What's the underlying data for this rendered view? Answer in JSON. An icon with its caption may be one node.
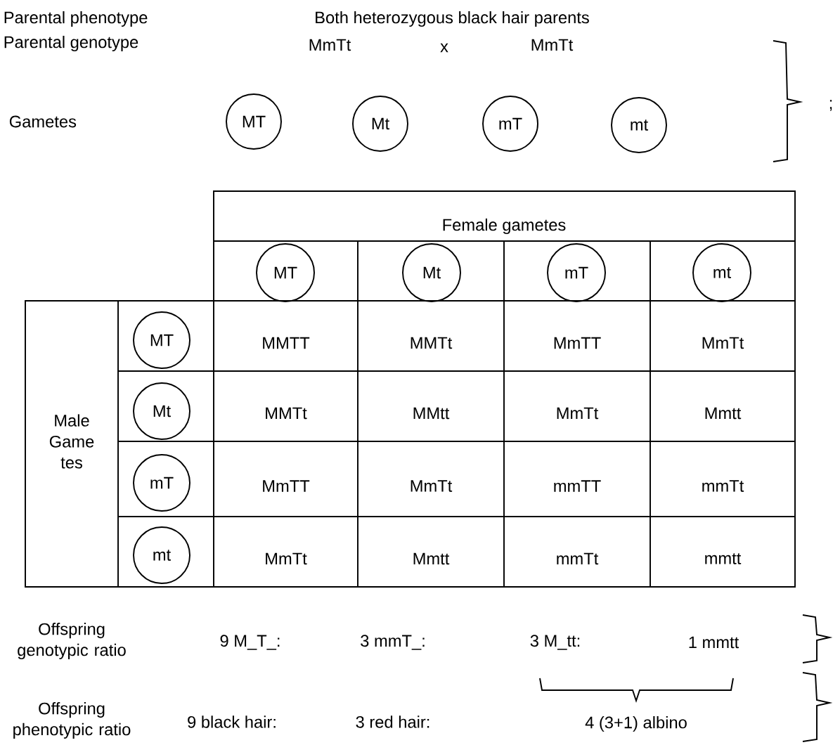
{
  "diagram": {
    "nodes": [
      {
        "text": [
          "MT"
        ]
      },
      {
        "text": [
          "Mt"
        ]
      },
      {
        "text": [
          "mT"
        ]
      },
      {
        "text": [
          "mt"
        ]
      },
      {
        "text": [
          "MT"
        ]
      },
      {
        "text": [
          "Mt"
        ]
      },
      {
        "text": [
          "mT"
        ]
      },
      {
        "text": [
          "mt"
        ]
      },
      {
        "text": [
          "MT"
        ]
      },
      {
        "text": [
          "Mt"
        ]
      },
      {
        "text": [
          "mT"
        ]
      },
      {
        "text": [
          "mt"
        ]
      }
    ],
    "labels": [
      "Parental phenotype",
      "Both heterozygous black hair parents",
      "Parental genotype",
      "MmTt",
      "x",
      "MmTt",
      "Gametes",
      ";",
      "Female gametes",
      "Male Game tes",
      "MMTT",
      "MMTt",
      "MmTT",
      "MmTt",
      "MMTt",
      "MMtt",
      "MmTt",
      "Mmtt",
      "MmTT",
      "MmTt",
      "mmTT",
      "mmTt",
      "MmTt",
      "Mmtt",
      "mmTt",
      "mmtt",
      "Offspring genotypic ratio",
      "9 M_T_:",
      "3 mmT_:",
      "3 M_tt:",
      "1 mmtt",
      "Offspring phenotypic ratio",
      "9 black hair:",
      "3 red hair:",
      "4 (3+1)  albino"
    ]
  }
}
